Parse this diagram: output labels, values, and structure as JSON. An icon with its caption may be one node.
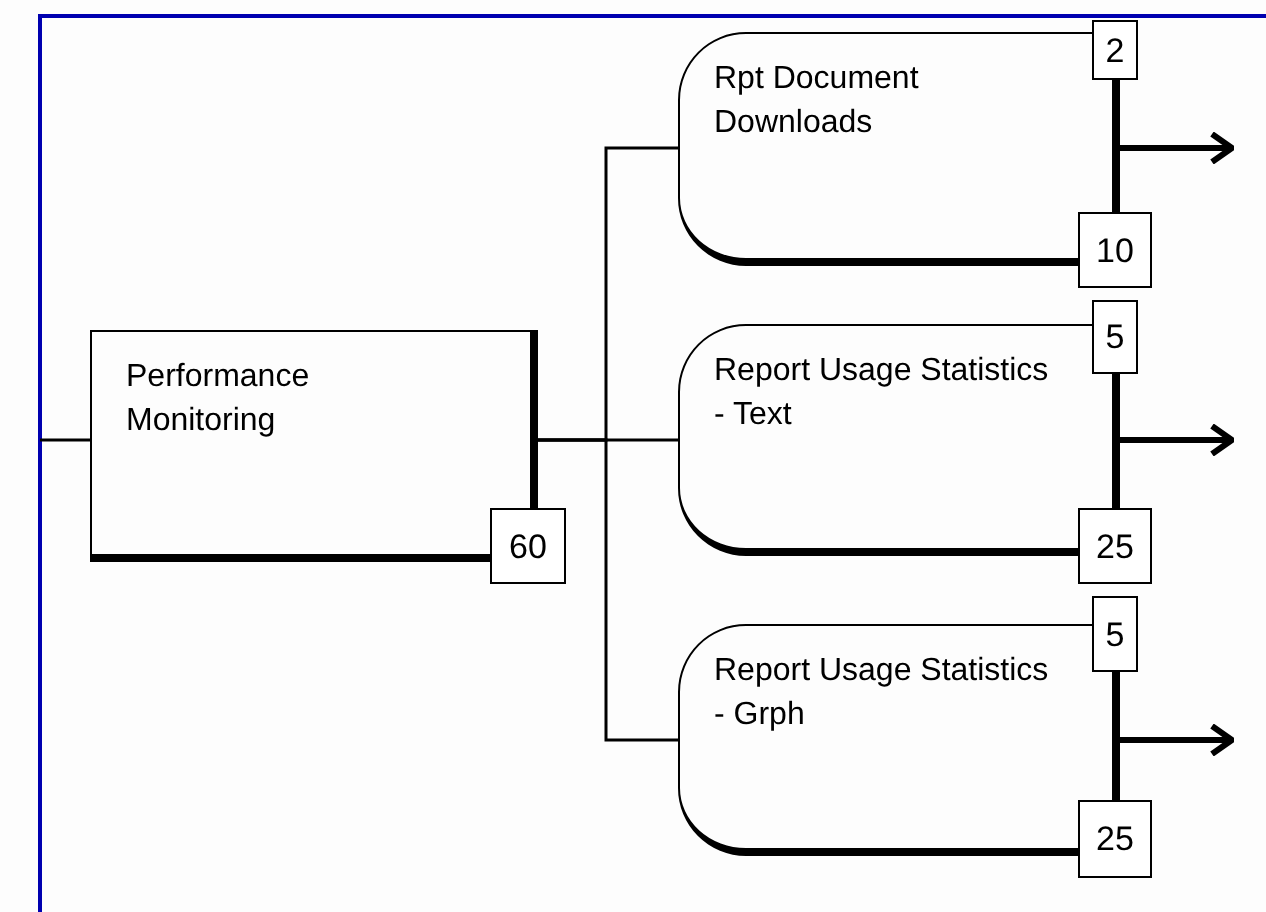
{
  "diagram": {
    "nodes": [
      {
        "text": [
          "Performance Monitoring",
          "60"
        ]
      },
      {
        "text": [
          "Rpt Document Downloads",
          "2",
          "10"
        ]
      },
      {
        "text": [
          "Report Usage Statistics - Text",
          "5",
          "25"
        ]
      },
      {
        "text": [
          "Report Usage Statistics - Grph",
          "5",
          "25"
        ]
      }
    ],
    "edges": [
      {
        "from": null,
        "to": 0,
        "arrow": "none"
      },
      {
        "from": 0,
        "to": 1,
        "arrow": "none"
      },
      {
        "from": 0,
        "to": 2,
        "arrow": "none"
      },
      {
        "from": 0,
        "to": 3,
        "arrow": "none"
      },
      {
        "from": 1,
        "to": null,
        "arrow": "to",
        "style": "thick"
      },
      {
        "from": 2,
        "to": null,
        "arrow": "to",
        "style": "thick"
      },
      {
        "from": 3,
        "to": null,
        "arrow": "to",
        "style": "thick"
      }
    ]
  }
}
